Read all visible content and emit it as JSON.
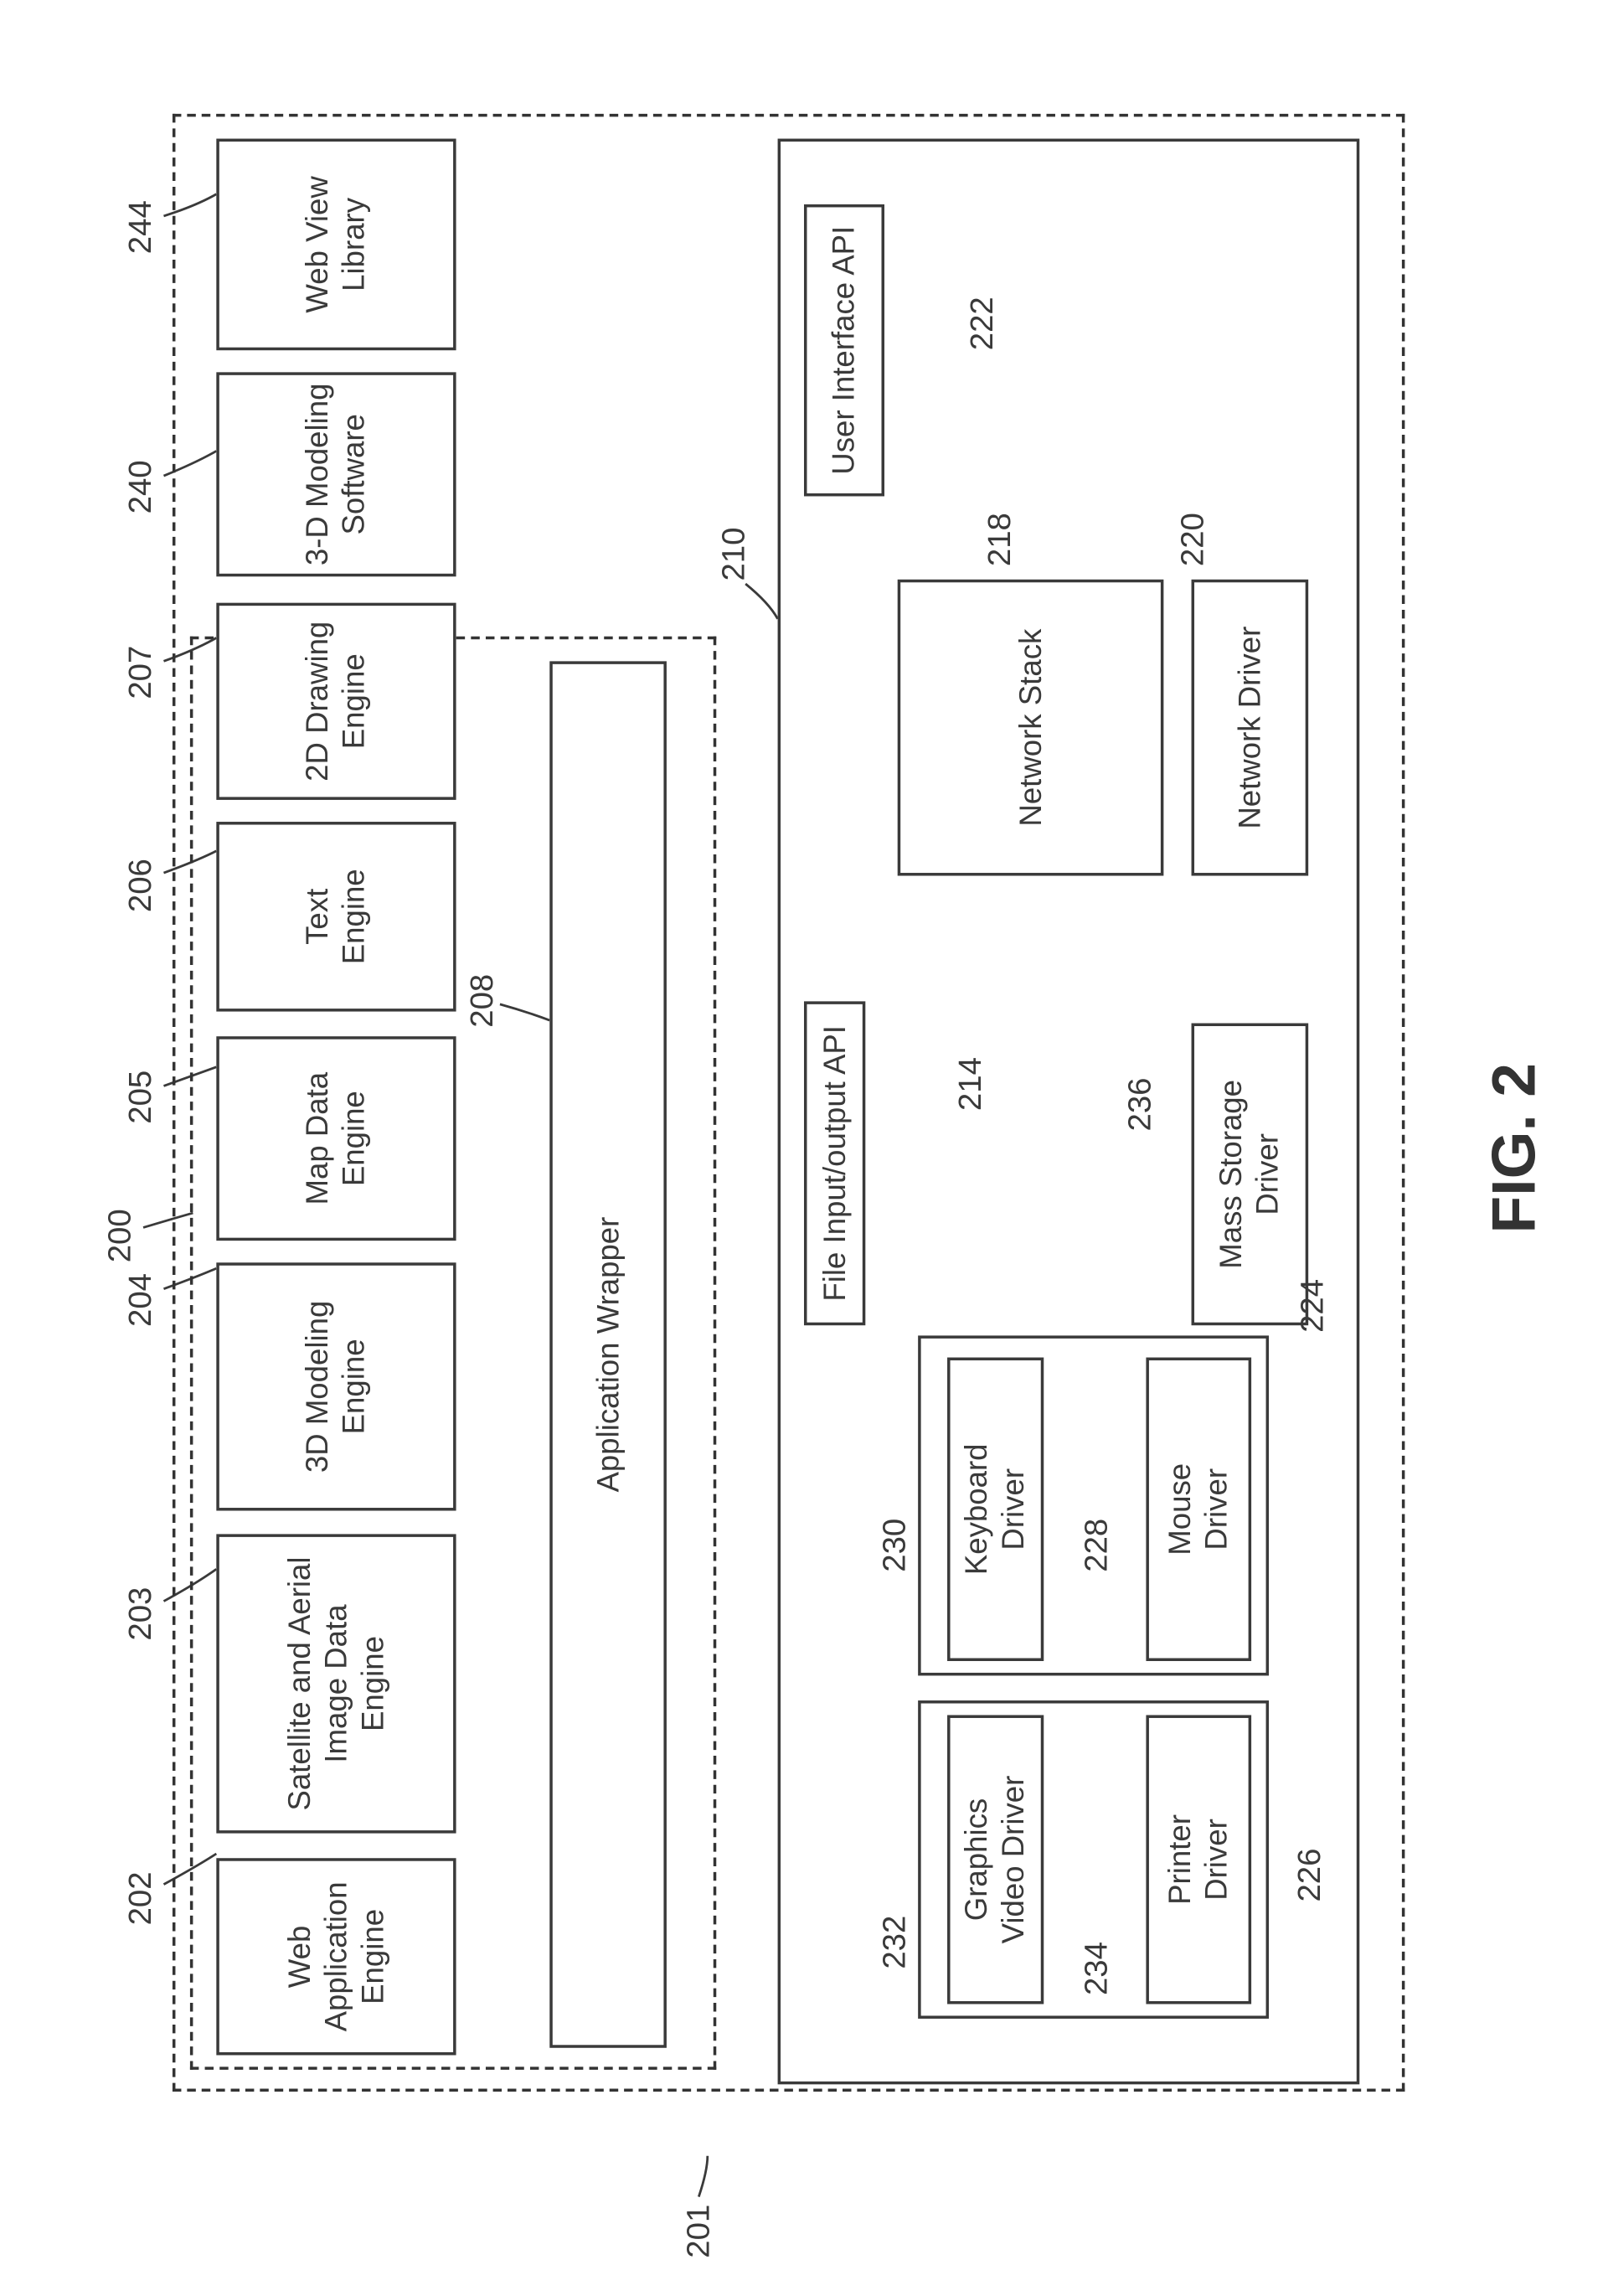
{
  "figure": {
    "caption": "FIG. 2"
  },
  "boxes": {
    "web_application_engine": "Web\nApplication\nEngine",
    "satellite_engine": "Satellite and Aerial\nImage Data\nEngine",
    "modeling_engine_3d": "3D Modeling\nEngine",
    "map_data_engine": "Map Data\nEngine",
    "text_engine": "Text\nEngine",
    "drawing_engine_2d": "2D Drawing\nEngine",
    "modeling_software": "3-D Modeling\nSoftware",
    "web_view_library": "Web View\nLibrary",
    "application_wrapper": "Application Wrapper",
    "user_interface_api": "User Interface API",
    "network_stack": "Network Stack",
    "network_driver": "Network Driver",
    "file_io_api": "File Input/output API",
    "mass_storage_driver": "Mass Storage\nDriver",
    "keyboard_driver": "Keyboard\nDriver",
    "mouse_driver": "Mouse\nDriver",
    "graphics_video_driver": "Graphics\nVideo Driver",
    "printer_driver": "Printer\nDriver"
  },
  "refs": {
    "r200": "200",
    "r201": "201",
    "r202": "202",
    "r203": "203",
    "r204": "204",
    "r205": "205",
    "r206": "206",
    "r207": "207",
    "r208": "208",
    "r210": "210",
    "r214": "214",
    "r218": "218",
    "r220": "220",
    "r222": "222",
    "r224": "224",
    "r226": "226",
    "r228": "228",
    "r230": "230",
    "r232": "232",
    "r234": "234",
    "r236": "236",
    "r240": "240",
    "r244": "244"
  }
}
